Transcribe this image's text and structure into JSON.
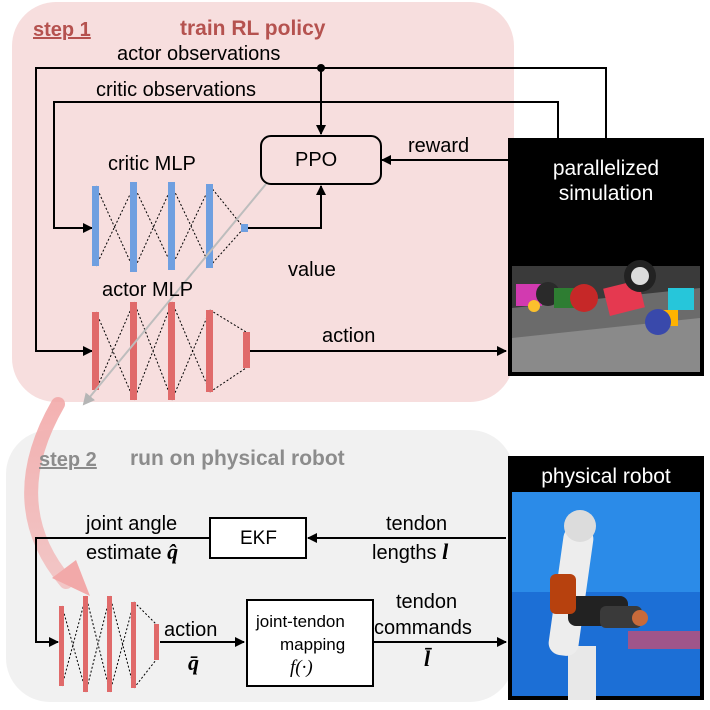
{
  "step1": {
    "label": "step 1",
    "title": "train RL policy",
    "actor_observations": "actor observations",
    "critic_observations": "critic observations",
    "reward": "reward",
    "ppo": "PPO",
    "critic_mlp": "critic MLP",
    "actor_mlp": "actor MLP",
    "value": "value",
    "action": "action",
    "simulation_caption_line1": "parallelized",
    "simulation_caption_line2": "simulation"
  },
  "step2": {
    "label": "step 2",
    "title": "run on physical robot",
    "joint_angle_line1": "joint angle",
    "joint_angle_line2": "estimate",
    "joint_angle_symbol": "q̂",
    "ekf": "EKF",
    "tendon_lengths_line1": "tendon",
    "tendon_lengths_line2": "lengths",
    "tendon_lengths_symbol": "l",
    "action_line1": "action",
    "action_symbol": "q̄",
    "mapping_line1": "joint-tendon",
    "mapping_line2": "mapping",
    "mapping_symbol": "f(·)",
    "tendon_commands_line1": "tendon",
    "tendon_commands_line2": "commands",
    "tendon_commands_symbol": "l̄",
    "physical_robot": "physical robot"
  },
  "colors": {
    "panel1_bg": "#f7dede",
    "panel2_bg": "#f1f1f1",
    "step1_text": "#b5524f",
    "step2_text": "#8c8c8c",
    "critic_bar": "#6f9fe0",
    "actor_bar": "#e06a6a"
  }
}
